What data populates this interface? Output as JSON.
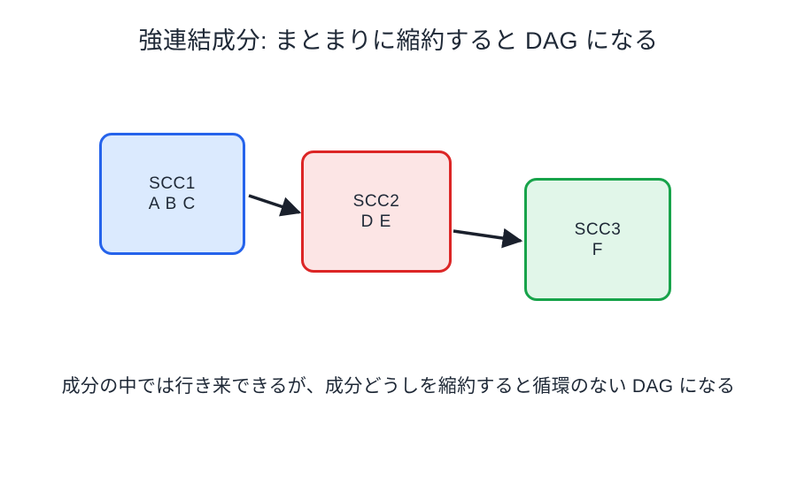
{
  "diagram": {
    "title": "強連結成分: まとまりに縮約すると DAG になる",
    "caption": "成分の中では行き来できるが、成分どうしを縮約すると循環のない DAG になる",
    "type": "directed-acyclic-graph"
  },
  "nodes": [
    {
      "id": "scc1",
      "title": "SCC1",
      "members": "A B C",
      "border_color": "#2563eb",
      "fill_color": "#dbeafe"
    },
    {
      "id": "scc2",
      "title": "SCC2",
      "members": "D E",
      "border_color": "#dc2626",
      "fill_color": "#fce5e5"
    },
    {
      "id": "scc3",
      "title": "SCC3",
      "members": "F",
      "border_color": "#17a34a",
      "fill_color": "#e1f6e9"
    }
  ],
  "edges": [
    {
      "from": "SCC1",
      "to": "SCC2"
    },
    {
      "from": "SCC2",
      "to": "SCC3"
    }
  ],
  "edge_style": {
    "color": "#1a202c"
  },
  "colors": {
    "background": "#ffffff",
    "text": "#1f2937"
  }
}
